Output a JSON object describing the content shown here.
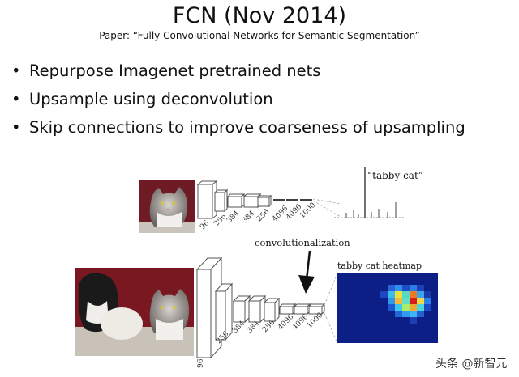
{
  "slide": {
    "title": "FCN (Nov 2014)",
    "subtitle": "Paper: “Fully Convolutional Networks for Semantic Segmentation”",
    "bullets": [
      "Repurpose Imagenet pretrained nets",
      "Upsample using deconvolution",
      "Skip connections to improve coarseness of upsampling"
    ]
  },
  "figure": {
    "top_caption": "“tabby cat”",
    "middle_caption": "convolutionalization",
    "heatmap_caption": "tabby cat heatmap",
    "top_layer_labels": [
      "96",
      "256",
      "384",
      "384",
      "256",
      "4096",
      "4096",
      "1000"
    ],
    "bottom_layer_labels": [
      "96",
      "256",
      "384",
      "384",
      "256",
      "4096",
      "4096",
      "1000"
    ]
  },
  "watermark": "头条 @新智元"
}
